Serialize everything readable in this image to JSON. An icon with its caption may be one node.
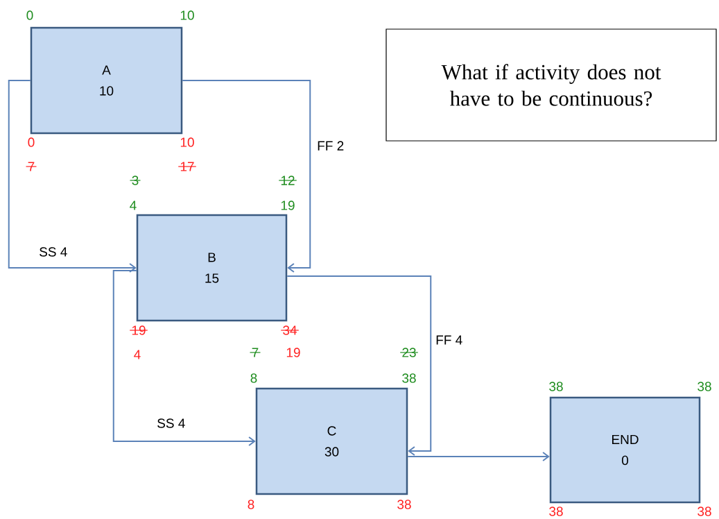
{
  "diagram": {
    "nodes": [
      {
        "text": [
          "A",
          "10"
        ]
      },
      {
        "text": [
          "B",
          "15"
        ]
      },
      {
        "text": [
          "C",
          "30"
        ]
      },
      {
        "text": [
          "END",
          "0"
        ]
      },
      {
        "text": [
          "What if activity does not have to be continuous?"
        ]
      }
    ],
    "edges": [
      {
        "from": 0,
        "to": 1,
        "arrow": "to",
        "label": "SS 4"
      },
      {
        "from": 0,
        "to": 1,
        "arrow": "to",
        "label": "FF 2"
      },
      {
        "from": 1,
        "to": 2,
        "arrow": "to",
        "label": "SS 4"
      },
      {
        "from": 1,
        "to": 2,
        "arrow": "to",
        "label": "FF 4"
      },
      {
        "from": 2,
        "to": 3,
        "arrow": "to"
      }
    ],
    "labels": [
      "0",
      "10",
      "0",
      "10",
      "7",
      "17",
      "3",
      "12",
      "4",
      "19",
      "19",
      "34",
      "4",
      "7",
      "19",
      "23",
      "8",
      "38",
      "38",
      "38",
      "8",
      "38",
      "38",
      "38"
    ]
  }
}
